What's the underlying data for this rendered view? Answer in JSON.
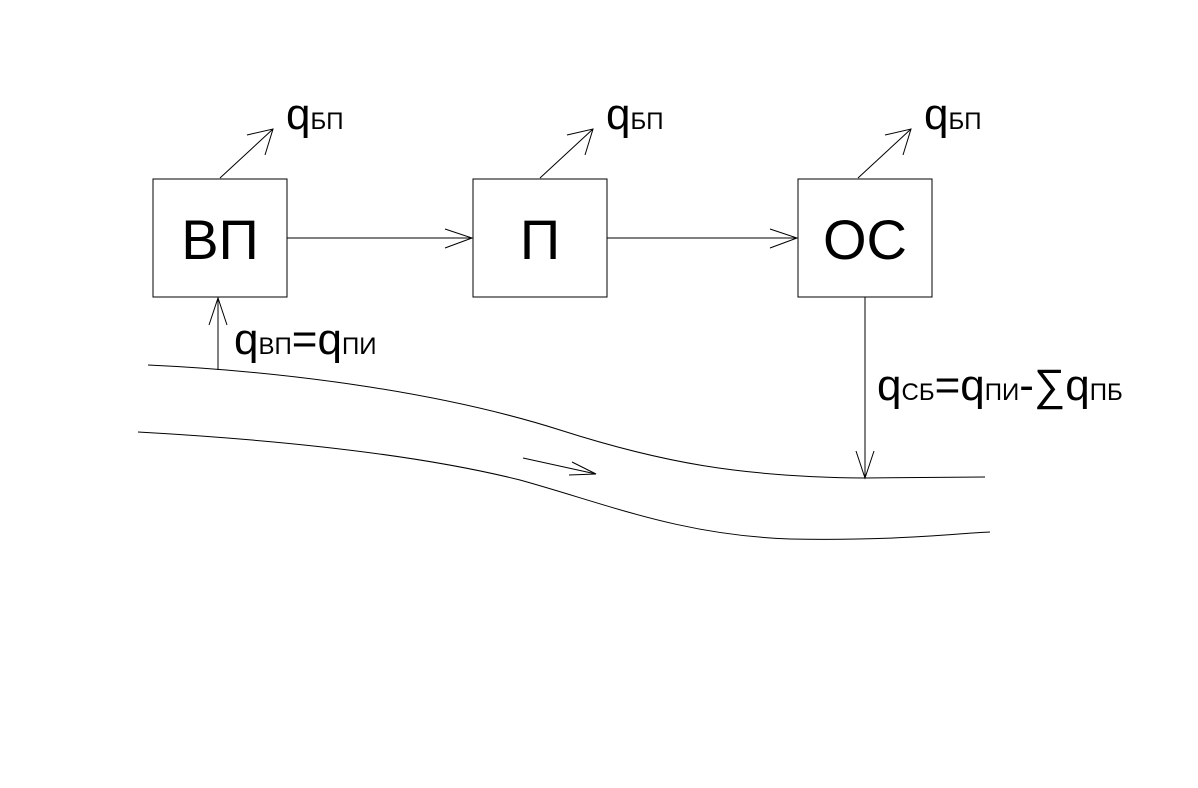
{
  "blocks": {
    "vp": {
      "label": "ВП"
    },
    "p": {
      "label": "П"
    },
    "os": {
      "label": "ОС"
    }
  },
  "losses": {
    "q_vp_loss": {
      "base": "q",
      "sub": "БП"
    },
    "q_p_loss": {
      "base": "q",
      "sub": "БП"
    },
    "q_os_loss": {
      "base": "q",
      "sub": "БП"
    }
  },
  "intake": {
    "q1": {
      "base": "q",
      "sub": "ВП"
    },
    "eq": "=",
    "q2": {
      "base": "q",
      "sub": "ПИ"
    }
  },
  "discharge": {
    "q1": {
      "base": "q",
      "sub": "СБ"
    },
    "eq": "=",
    "q2": {
      "base": "q",
      "sub": "ПИ"
    },
    "minus_sum": "-∑",
    "q3": {
      "base": "q",
      "sub": "ПБ"
    }
  }
}
